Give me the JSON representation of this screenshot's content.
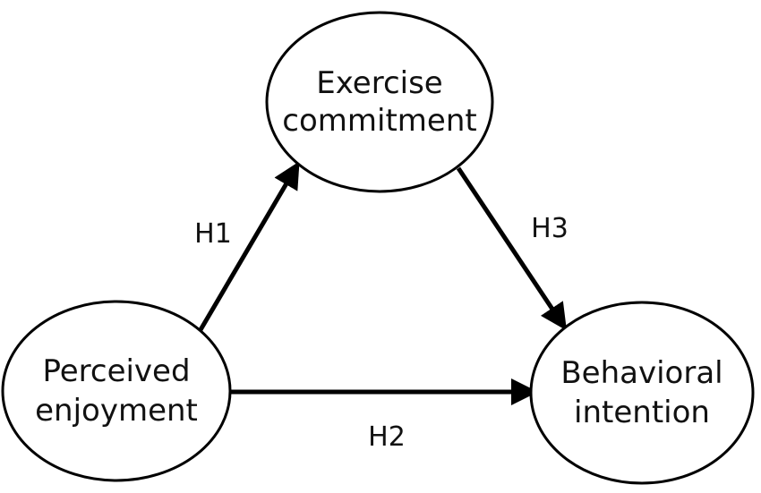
{
  "diagram": {
    "nodes": {
      "exercise_commitment": {
        "line1": "Exercise",
        "line2": "commitment"
      },
      "perceived_enjoyment": {
        "line1": "Perceived",
        "line2": "enjoyment"
      },
      "behavioral_intention": {
        "line1": "Behavioral",
        "line2": "intention"
      }
    },
    "edges": {
      "h1": {
        "label": "H1",
        "from": "Perceived enjoyment",
        "to": "Exercise commitment"
      },
      "h2": {
        "label": "H2",
        "from": "Perceived enjoyment",
        "to": "Behavioral intention"
      },
      "h3": {
        "label": "H3",
        "from": "Exercise commitment",
        "to": "Behavioral intention"
      }
    }
  }
}
